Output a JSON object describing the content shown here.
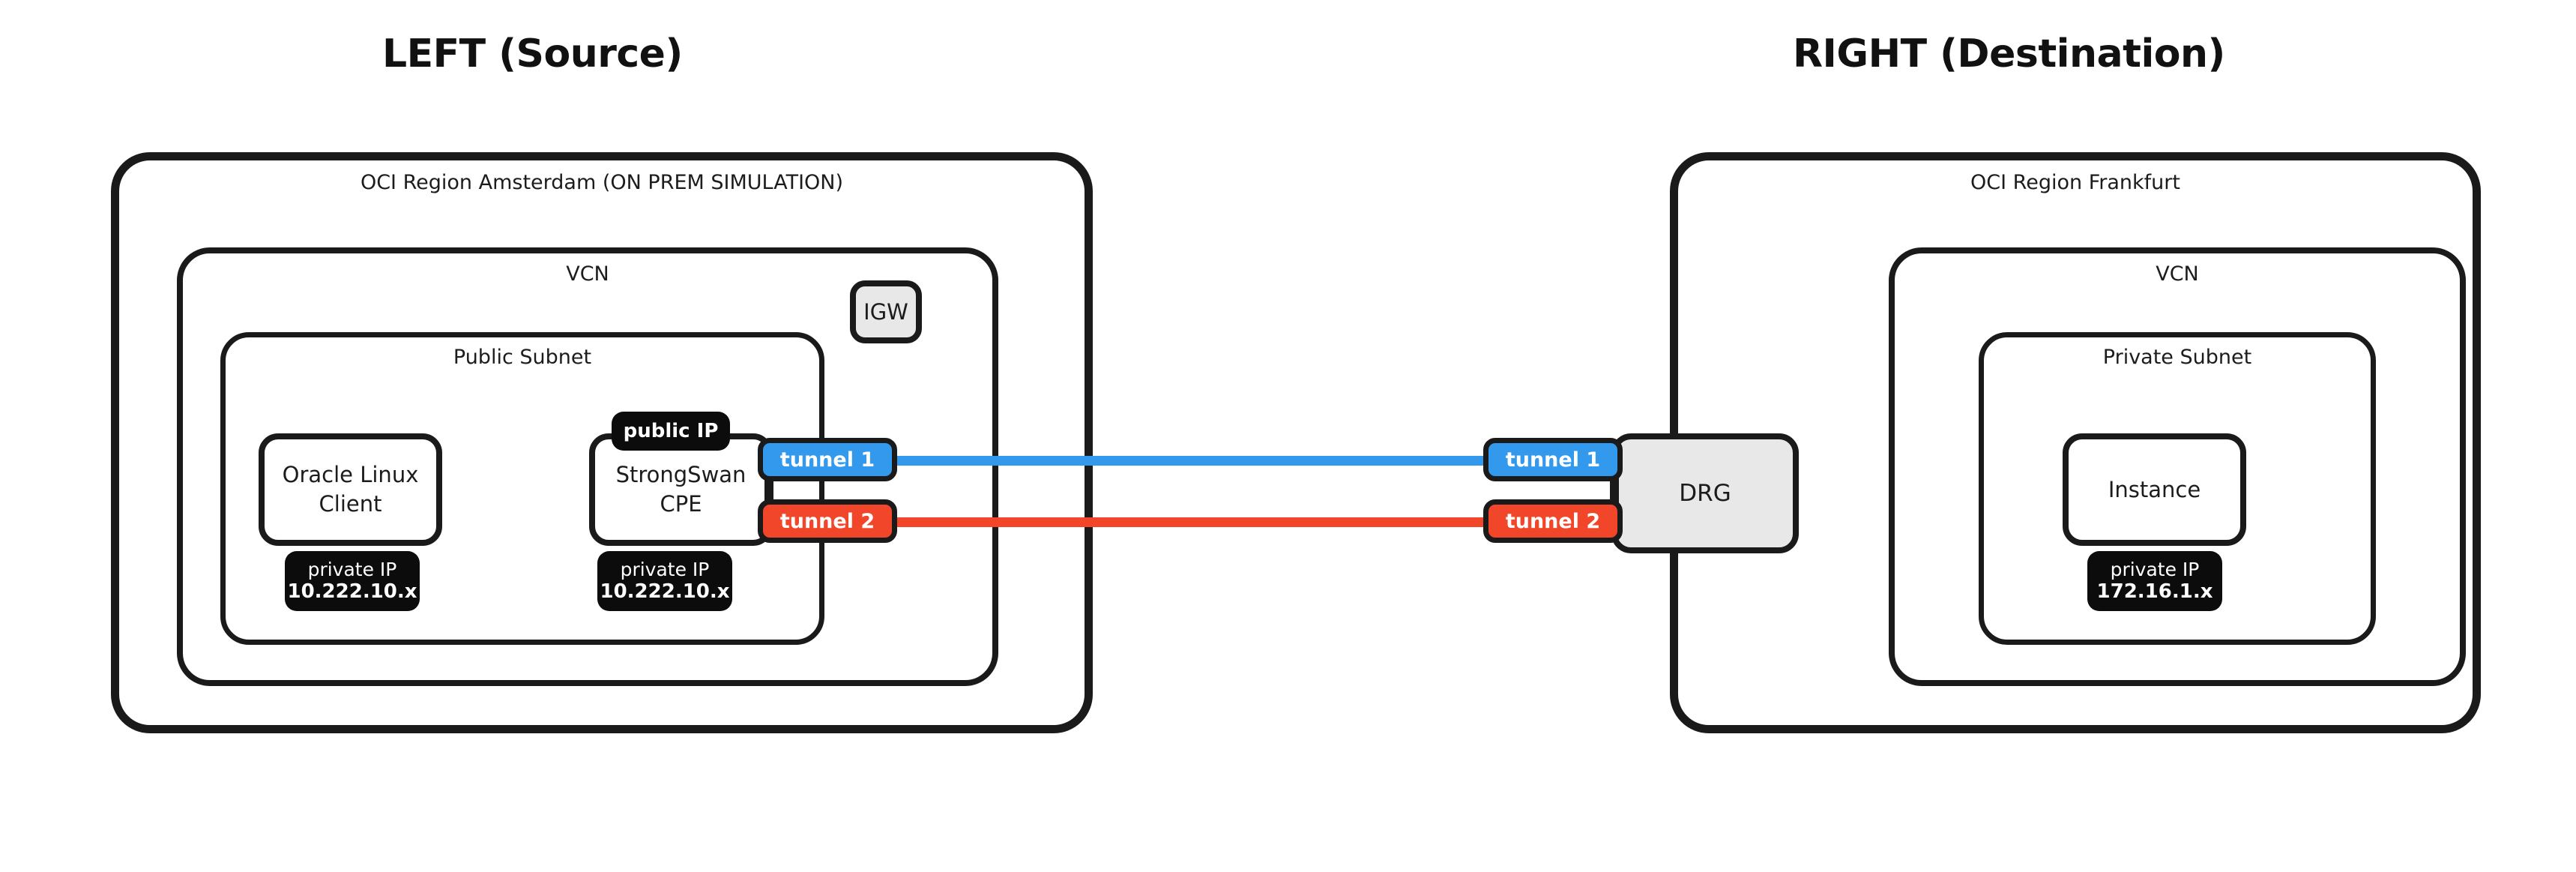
{
  "titles": {
    "left": "LEFT (Source)",
    "right": "RIGHT (Destination)"
  },
  "colors": {
    "tunnel1": "#3399ec",
    "tunnel2": "#f1462a",
    "outline": "#1a1a1a",
    "gateway_fill": "#e8e8e8",
    "badge_fill": "#0c0c0c",
    "background": "#ffffff"
  },
  "left": {
    "region_label": "OCI Region Amsterdam (ON PREM SIMULATION)",
    "vcn_label": "VCN",
    "subnet_label": "Public Subnet",
    "igw_label": "IGW",
    "client": {
      "line1": "Oracle Linux",
      "line2": "Client",
      "private_ip_label": "private IP",
      "private_ip_value": "10.222.10.x"
    },
    "cpe": {
      "line1": "StrongSwan",
      "line2": "CPE",
      "public_ip_label": "public IP",
      "private_ip_label": "private IP",
      "private_ip_value": "10.222.10.x"
    },
    "tunnel1_label": "tunnel 1",
    "tunnel2_label": "tunnel 2"
  },
  "right": {
    "region_label": "OCI Region Frankfurt",
    "vcn_label": "VCN",
    "subnet_label": "Private Subnet",
    "drg_label": "DRG",
    "instance": {
      "line1": "Instance",
      "private_ip_label": "private IP",
      "private_ip_value": "172.16.1.x"
    },
    "tunnel1_label": "tunnel 1",
    "tunnel2_label": "tunnel 2"
  }
}
